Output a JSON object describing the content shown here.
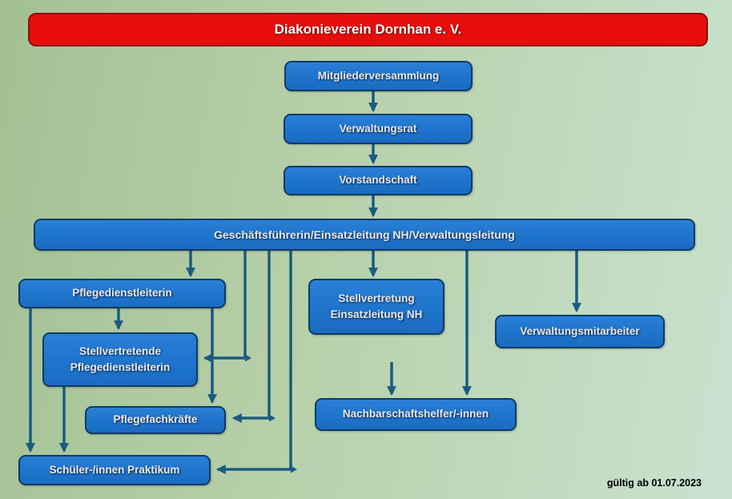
{
  "banner": {
    "title": "Diakonieverein Dornhan e. V."
  },
  "footer": {
    "valid_note": "gültig ab 01.07.2023"
  },
  "colors": {
    "banner_red": "#e70d0d",
    "banner_border": "#8f0e0e",
    "node_blue": "#1e74cb",
    "node_border": "#0f3a66",
    "connector": "#1b5b82",
    "background_left": "#a3c093",
    "background_right": "#c9e2cf",
    "node_text": "#e9e9e9",
    "footer_text": "#000000"
  },
  "nodes": {
    "mitgliederversammlung": {
      "label": "Mitgliederversammlung"
    },
    "verwaltungsrat": {
      "label": "Verwaltungsrat"
    },
    "vorstandschaft": {
      "label": "Vorstandschaft"
    },
    "geschaeftsfuehrung": {
      "label": "Geschäftsführerin/Einsatzleitung NH/Verwaltungsleitung"
    },
    "pflegedienstleiterin": {
      "label": "Pflegedienstleiterin"
    },
    "stellvertretende_pflegedienstleiterin": {
      "line1": "Stellvertretende",
      "line2": "Pflegedienstleiterin"
    },
    "pflegefachkraefte": {
      "label": "Pflegefachkräfte"
    },
    "schueler_praktikum": {
      "label": "Schüler-/innen Praktikum"
    },
    "stellvertretung_einsatzleitung": {
      "line1": "Stellvertretung",
      "line2": "Einsatzleitung NH"
    },
    "nachbarschaftshelfer": {
      "label": "Nachbarschaftshelfer/-innen"
    },
    "verwaltungsmitarbeiter": {
      "label": "Verwaltungsmitarbeiter"
    }
  }
}
